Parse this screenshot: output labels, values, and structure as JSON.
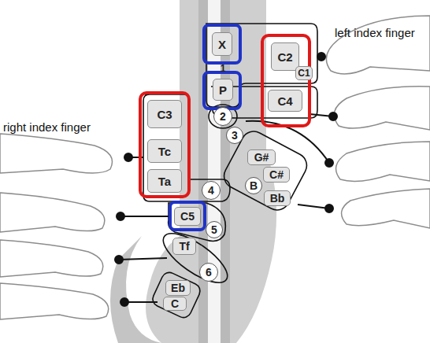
{
  "diagram": {
    "nodes": [
      {
        "text": [
          "X"
        ]
      },
      {
        "text": [
          "1"
        ]
      },
      {
        "text": [
          "P"
        ]
      },
      {
        "text": [
          "C2"
        ]
      },
      {
        "text": [
          "C1"
        ]
      },
      {
        "text": [
          "2"
        ]
      },
      {
        "text": [
          "C4"
        ]
      },
      {
        "text": [
          "3"
        ]
      },
      {
        "text": [
          "G#"
        ]
      },
      {
        "text": [
          "C#"
        ]
      },
      {
        "text": [
          "B"
        ]
      },
      {
        "text": [
          "Bb"
        ]
      },
      {
        "text": [
          "C3"
        ]
      },
      {
        "text": [
          "Tc"
        ]
      },
      {
        "text": [
          "Ta"
        ]
      },
      {
        "text": [
          "4"
        ]
      },
      {
        "text": [
          "C5"
        ]
      },
      {
        "text": [
          "5"
        ]
      },
      {
        "text": [
          "Tf"
        ]
      },
      {
        "text": [
          "6"
        ]
      },
      {
        "text": [
          "Eb"
        ]
      },
      {
        "text": [
          "C"
        ]
      }
    ],
    "labels": [
      "left index finger",
      "right index finger"
    ]
  }
}
